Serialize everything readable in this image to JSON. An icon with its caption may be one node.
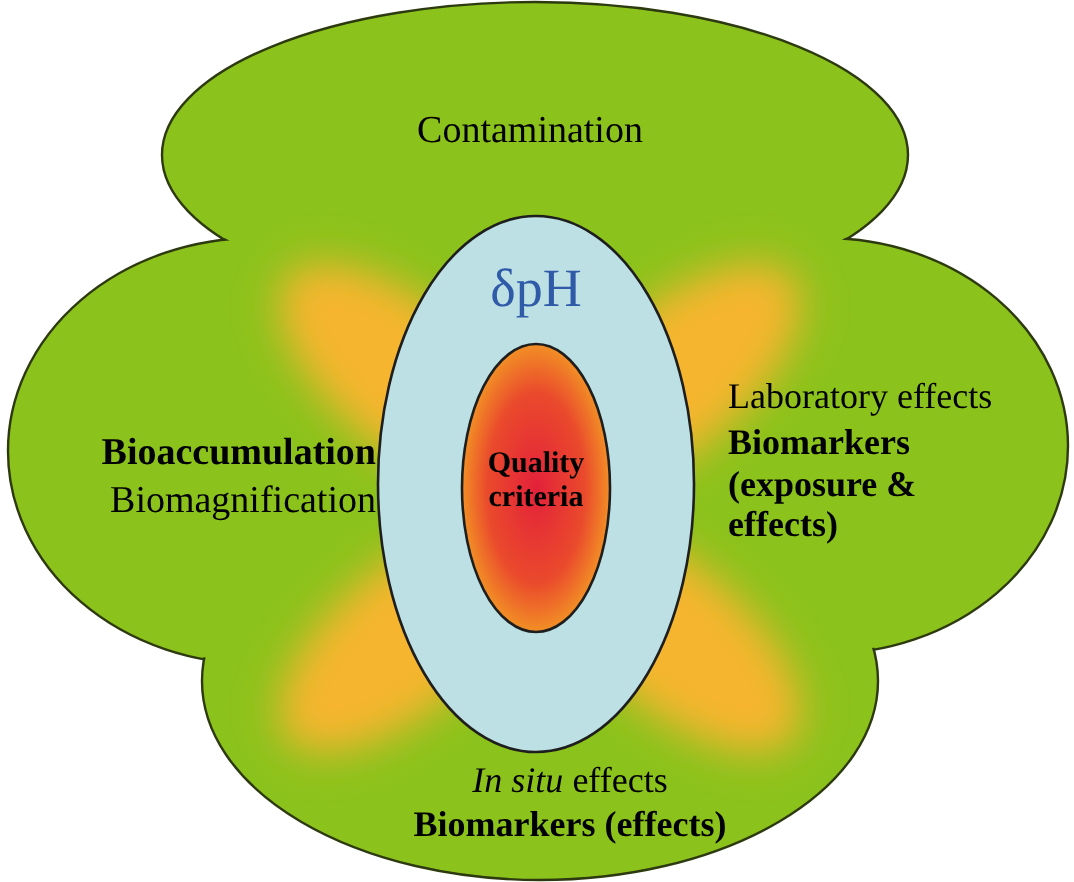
{
  "diagram": {
    "nodes": [
      {
        "text": [
          "Contamination",
          "Bioaccumulation",
          "Biomagnification",
          "Laboratory effects",
          "Biomarkers (exposure & effects)",
          "*In situ*  effects",
          "Biomarkers (effects)"
        ]
      },
      {
        "text": [
          "δpH"
        ],
        "in": 0
      },
      {
        "text": [
          "Quality criteria"
        ],
        "in": 1
      }
    ],
    "edges": []
  }
}
